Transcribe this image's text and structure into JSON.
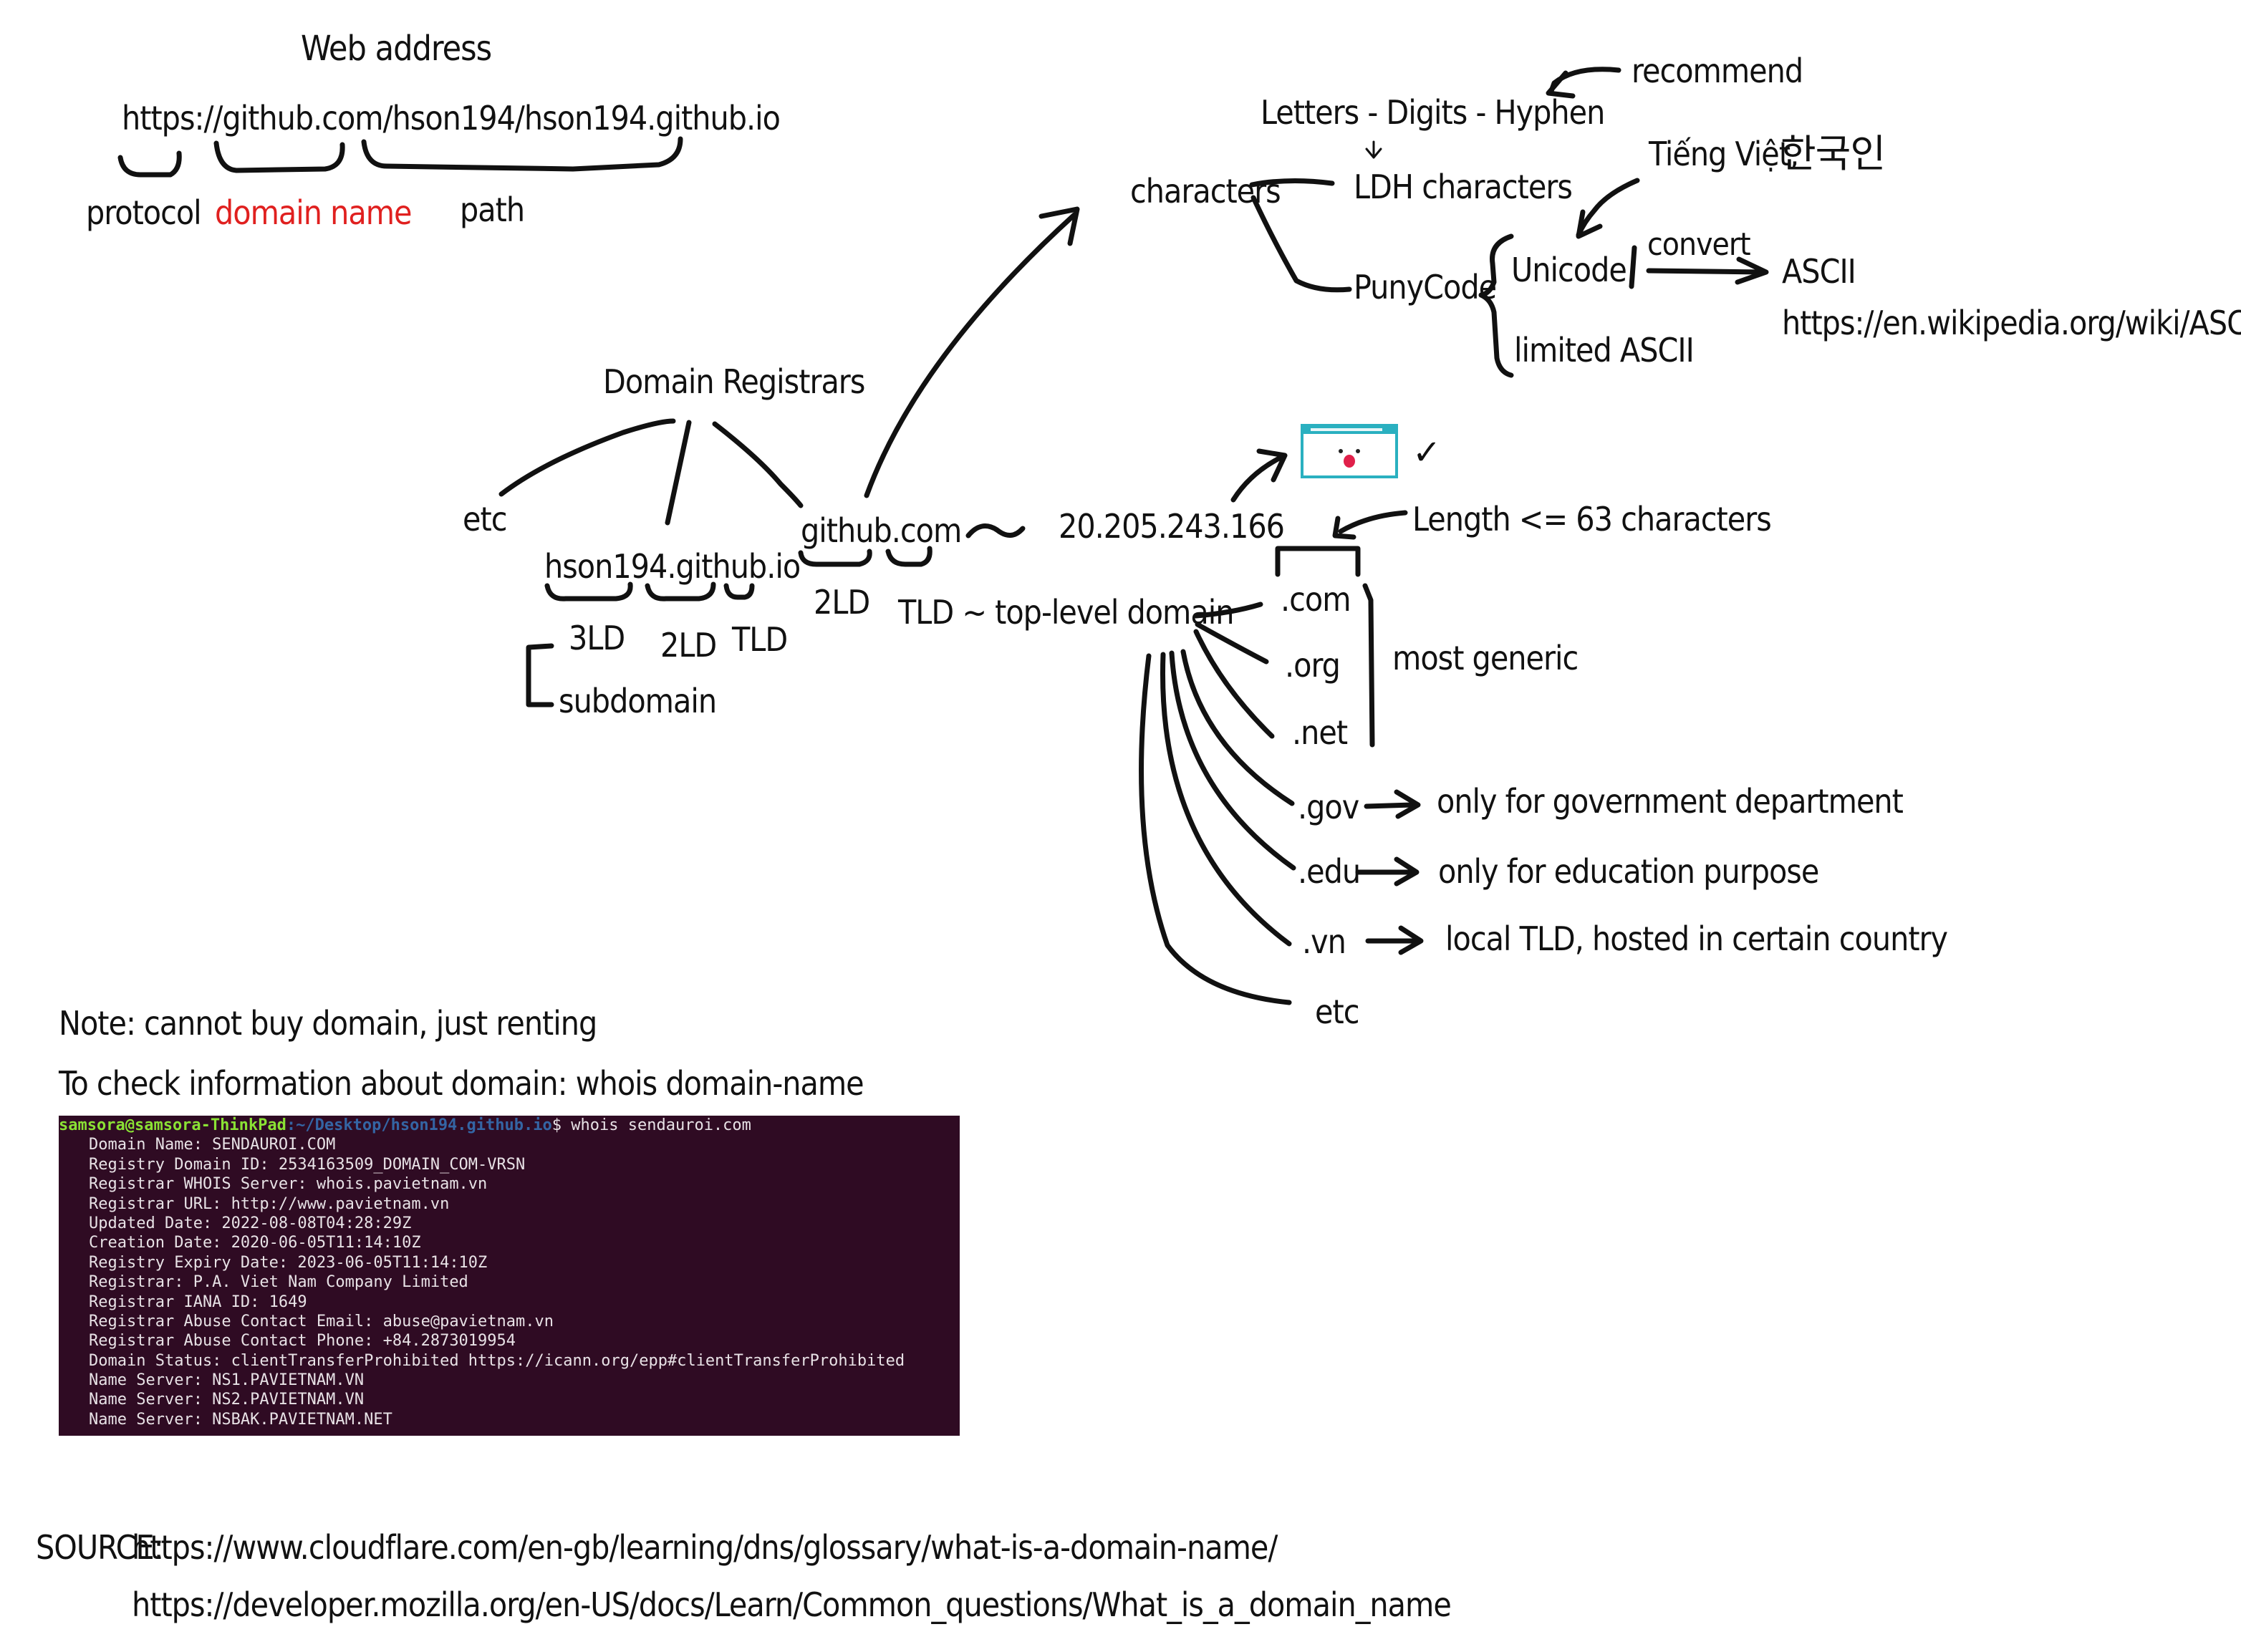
{
  "web_address": {
    "title": "Web address",
    "url": "https://github.com/hson194/hson194.github.io",
    "protocol_label": "protocol",
    "domain_label": "domain name",
    "path_label": "path"
  },
  "characters": {
    "root": "characters",
    "ldh_def": "Letters - Digits - Hyphen",
    "recommend": "recommend",
    "ldh": "LDH characters",
    "punycode": "PunyCode",
    "unicode": "Unicode",
    "limited_ascii": "limited ASCII",
    "examples_latin": "Tiếng Việt,",
    "examples_korean": "한국인",
    "convert": "convert",
    "ascii": "ASCII",
    "ascii_url": "https://en.wikipedia.org/wiki/ASCII"
  },
  "registrars": {
    "title": "Domain Registrars",
    "etc": "etc",
    "example_domain": "hson194.github.io",
    "level3": "3LD",
    "level2": "2LD",
    "tld": "TLD",
    "subdomain": "subdomain",
    "github": "github.com",
    "github_level": "2LD",
    "tilde": "~",
    "ip": "20.205.243.166",
    "length_rule": "Length <= 63 characters"
  },
  "tlds": {
    "title": "TLD ~ top-level domain",
    "items": [
      ".com",
      ".org",
      ".net",
      ".gov",
      ".edu",
      ".vn",
      "etc"
    ],
    "most_generic": "most generic",
    "gov_note": "only for government department",
    "edu_note": "only for education purpose",
    "vn_note": "local TLD, hosted in certain country"
  },
  "notes": {
    "note1": "Note: cannot buy domain, just renting",
    "note2": "To check information about domain: whois domain-name"
  },
  "terminal": {
    "prompt_user": "samsora@samsora-ThinkPad",
    "prompt_path": ":~/Desktop/hson194.github.io",
    "command": "$ whois sendauroi.com",
    "lines": [
      "Domain Name: SENDAUROI.COM",
      "Registry Domain ID: 2534163509_DOMAIN_COM-VRSN",
      "Registrar WHOIS Server: whois.pavietnam.vn",
      "Registrar URL: http://www.pavietnam.vn",
      "Updated Date: 2022-08-08T04:28:29Z",
      "Creation Date: 2020-06-05T11:14:10Z",
      "Registry Expiry Date: 2023-06-05T11:14:10Z",
      "Registrar: P.A. Viet Nam Company Limited",
      "Registrar IANA ID: 1649",
      "Registrar Abuse Contact Email: abuse@pavietnam.vn",
      "Registrar Abuse Contact Phone: +84.2873019954",
      "Domain Status: clientTransferProhibited https://icann.org/epp#clientTransferProhibited",
      "Name Server: NS1.PAVIETNAM.VN",
      "Name Server: NS2.PAVIETNAM.VN",
      "Name Server: NSBAK.PAVIETNAM.NET"
    ]
  },
  "sources": {
    "label": "SOURCE:",
    "url1": "https://www.cloudflare.com/en-gb/learning/dns/glossary/what-is-a-domain-name/",
    "url2": "https://developer.mozilla.org/en-US/docs/Learn/Common_questions/What_is_a_domain_name"
  },
  "colors": {
    "ink": "#111111",
    "highlight": "#e0201f",
    "terminal_bg": "#2f0b23"
  }
}
